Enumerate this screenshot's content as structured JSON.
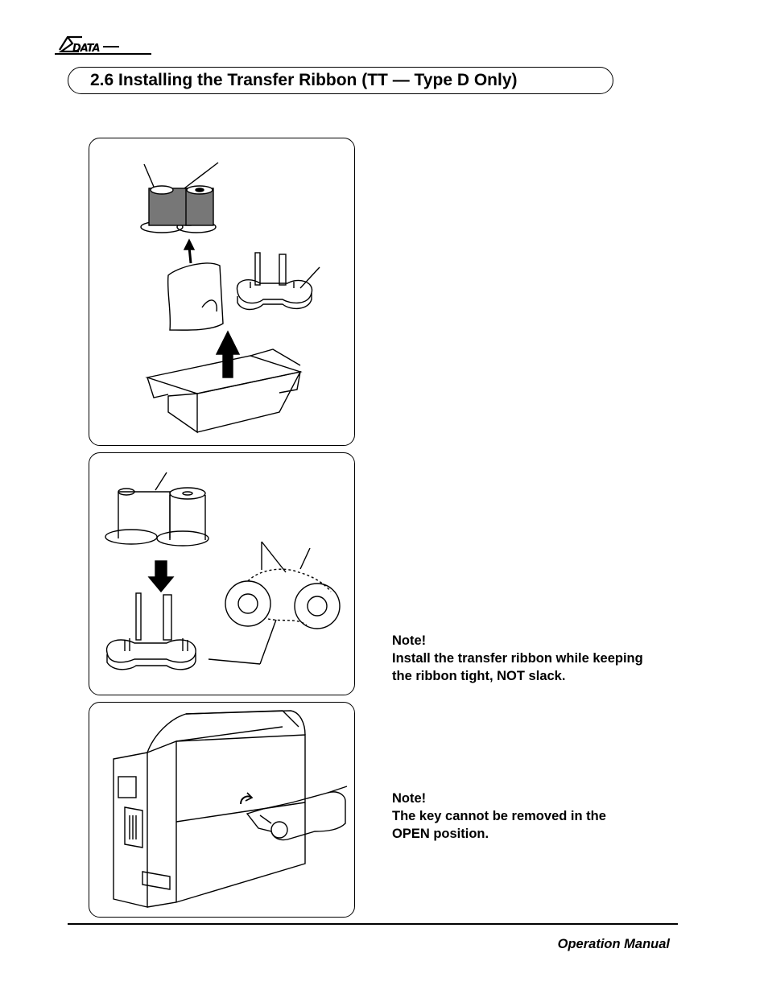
{
  "header": {
    "logo_text": "ΣDATA",
    "section_title": "2.6 Installing the Transfer Ribbon (TT — Type D Only)"
  },
  "notes": [
    {
      "heading": "Note!",
      "lines": [
        "Install the transfer ribbon while keeping",
        "the ribbon tight, NOT slack."
      ]
    },
    {
      "heading": "Note!",
      "lines": [
        "The key cannot be removed in the",
        "OPEN position."
      ]
    }
  ],
  "footer": {
    "manual_label": "Operation Manual"
  },
  "figures": [
    {
      "icon": "unpacking-ribbon-illustration"
    },
    {
      "icon": "loading-ribbon-holder-illustration"
    },
    {
      "icon": "opening-printer-cover-illustration"
    }
  ]
}
